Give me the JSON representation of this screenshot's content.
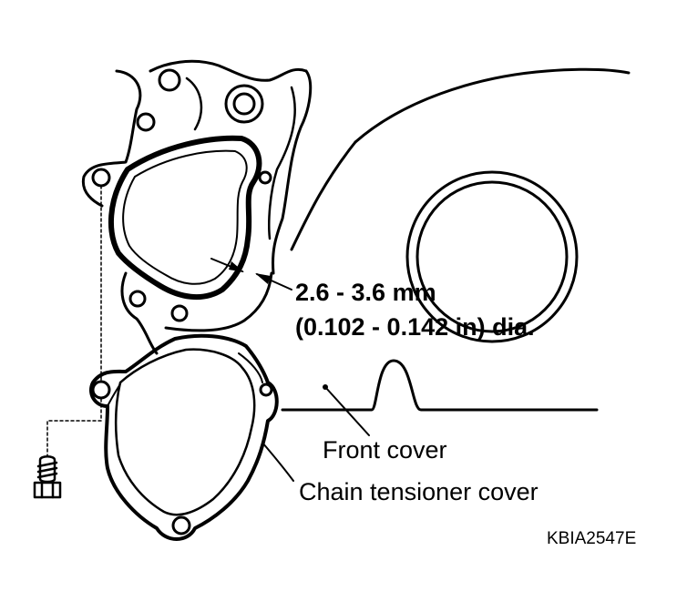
{
  "callouts": {
    "bead_size_line1": "2.6 - 3.6 mm",
    "bead_size_line2": "(0.102 - 0.142 in) dia.",
    "front_cover": "Front cover",
    "chain_tensioner_cover": "Chain tensioner cover"
  },
  "figure_code": "KBIA2547E",
  "colors": {
    "ink": "#000000",
    "background": "#ffffff"
  }
}
